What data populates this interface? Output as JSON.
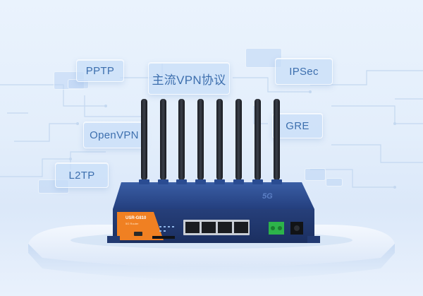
{
  "labels": {
    "pptp": "PPTP",
    "main": "主流VPN协议",
    "ipsec": "IPSec",
    "openvpn": "OpenVPN",
    "gre": "GRE",
    "l2tp": "L2TP"
  },
  "device": {
    "model": "USR-G810",
    "sub": "5G Router",
    "badge": "5G"
  },
  "colors": {
    "router_body": "#243f7e",
    "router_front": "#f08022",
    "tag_text": "#3d6fae",
    "terminal_green": "#2db34a"
  }
}
